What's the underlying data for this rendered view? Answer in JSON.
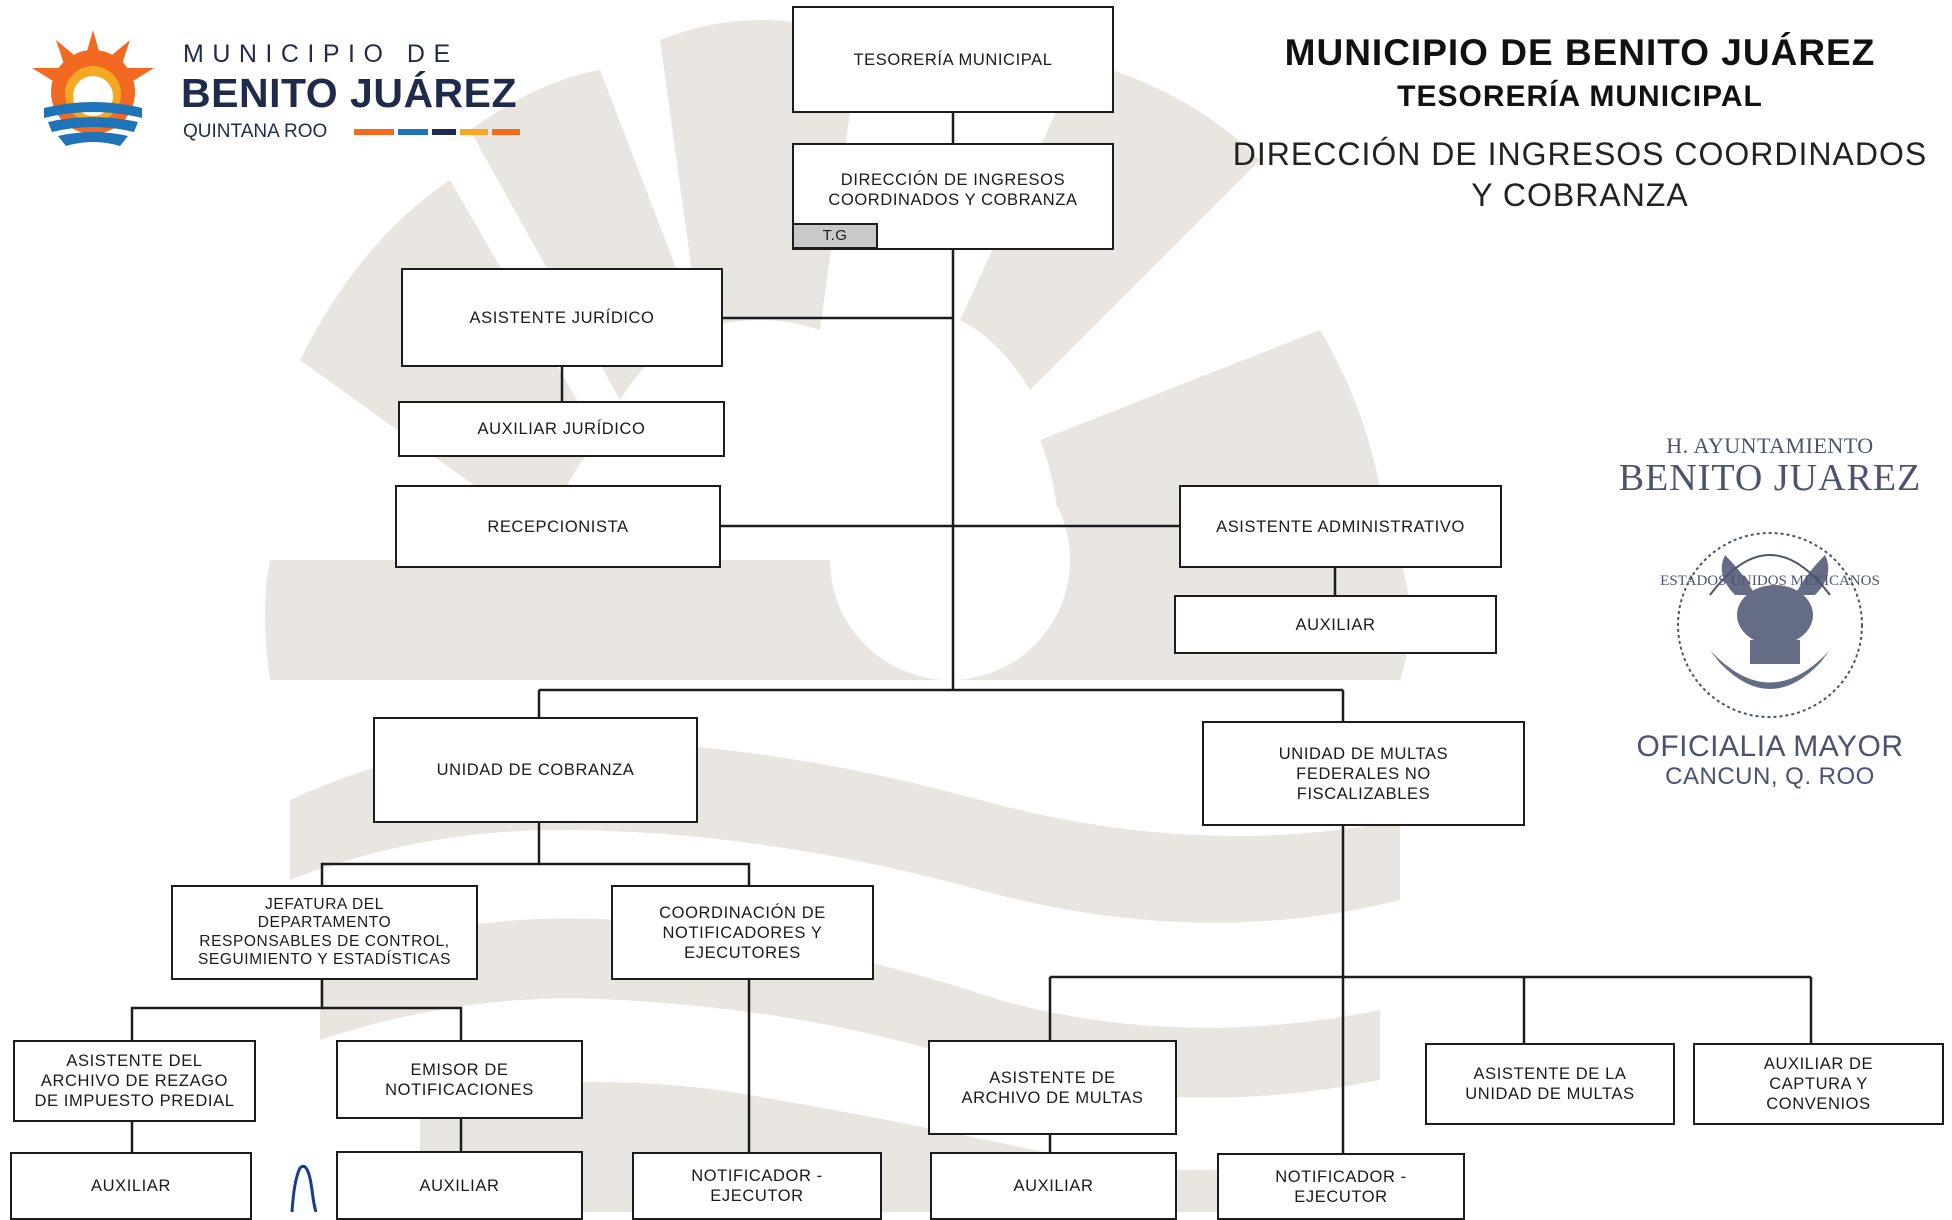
{
  "header": {
    "logo_line1": "MUNICIPIO DE",
    "logo_line2": "BENITO JUÁREZ",
    "logo_line3": "QUINTANA ROO",
    "title": "MUNICIPIO DE BENITO JUÁREZ",
    "subtitle": "TESORERÍA MUNICIPAL",
    "direction": "DIRECCIÓN DE INGRESOS COORDINADOS\nY COBRANZA"
  },
  "seal": {
    "line1": "H. AYUNTAMIENTO",
    "line2": "BENITO JUAREZ",
    "ring_text": "ESTADOS UNIDOS MEXICANOS",
    "line3": "OFICIALIA MAYOR",
    "line4": "CANCUN, Q. ROO"
  },
  "colors": {
    "logo_orange": "#f26a21",
    "logo_yellow": "#f7a823",
    "logo_blue": "#1f73b8",
    "logo_navy": "#1f2b4a",
    "seal_ink": "#4b5370",
    "watermark": "#e9e6e1"
  },
  "chart": {
    "tesoreria": "TESORERÍA MUNICIPAL",
    "direccion": "DIRECCIÓN DE INGRESOS\nCOORDINADOS Y COBRANZA",
    "tg_tag": "T.G",
    "asistente_juridico": "ASISTENTE JURÍDICO",
    "auxiliar_juridico": "AUXILIAR JURÍDICO",
    "recepcionista": "RECEPCIONISTA",
    "asistente_admin": "ASISTENTE ADMINISTRATIVO",
    "auxiliar_admin": "AUXILIAR",
    "unidad_cobranza": "UNIDAD DE COBRANZA",
    "unidad_multas": "UNIDAD DE MULTAS\nFEDERALES NO\nFISCALIZABLES",
    "jefatura": "JEFATURA DEL\nDEPARTAMENTO\nRESPONSABLES DE CONTROL,\nSEGUIMIENTO Y  ESTADÍSTICAS",
    "coordinacion": "COORDINACIÓN DE\nNOTIFICADORES Y\nEJECUTORES",
    "asistente_archivo_rezago": "ASISTENTE DEL\nARCHIVO DE REZAGO\nDE IMPUESTO PREDIAL",
    "emisor": "EMISOR DE\nNOTIFICACIONES",
    "asistente_archivo_multas": "ASISTENTE DE\nARCHIVO DE MULTAS",
    "asistente_unidad_multas": "ASISTENTE DE LA\nUNIDAD DE MULTAS",
    "auxiliar_captura": "AUXILIAR DE\nCAPTURA Y\nCONVENIOS",
    "auxiliar_rezago": "AUXILIAR",
    "auxiliar_emisor": "AUXILIAR",
    "notificador_1": "NOTIFICADOR -\nEJECUTOR",
    "auxiliar_multas": "AUXILIAR",
    "notificador_2": "NOTIFICADOR -\nEJECUTOR"
  }
}
